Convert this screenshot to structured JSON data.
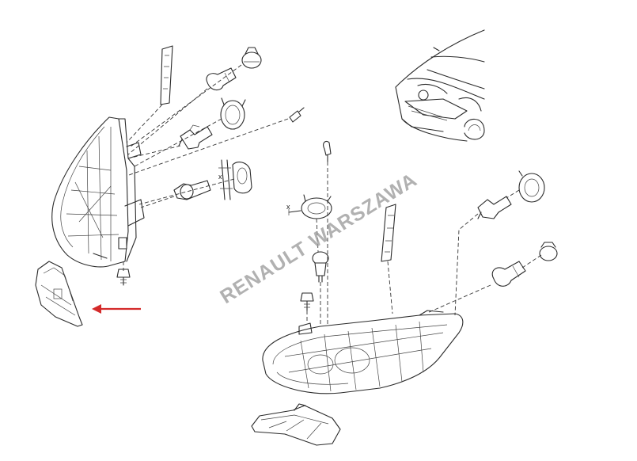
{
  "watermark": {
    "text": "RENAULT WARSZAWA"
  },
  "dimension_labels": {
    "left_x": "x",
    "right_x": "x"
  },
  "colors": {
    "pointer_arrow": "#d42a2a",
    "line": "#2a2a2a",
    "watermark": "#9d9d9d"
  }
}
